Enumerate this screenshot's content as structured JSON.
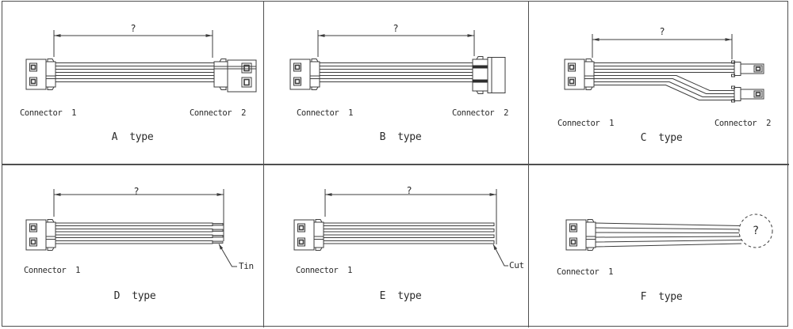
{
  "panels": [
    {
      "id": "A",
      "caption": "A  type",
      "dim_label": "?",
      "connector1": "Connector  1",
      "connector2": "Connector  2"
    },
    {
      "id": "B",
      "caption": "B  type",
      "dim_label": "?",
      "connector1": "Connector  1",
      "connector2": "Connector  2"
    },
    {
      "id": "C",
      "caption": "C  type",
      "dim_label": "?",
      "connector1": "Connector  1",
      "connector2": "Connector  2"
    },
    {
      "id": "D",
      "caption": "D  type",
      "dim_label": "?",
      "connector1": "Connector  1",
      "end_label": "Tin"
    },
    {
      "id": "E",
      "caption": "E  type",
      "dim_label": "?",
      "connector1": "Connector  1",
      "end_label": "Cut"
    },
    {
      "id": "F",
      "caption": "F  type",
      "connector1": "Connector  1",
      "end_label": "?"
    }
  ]
}
